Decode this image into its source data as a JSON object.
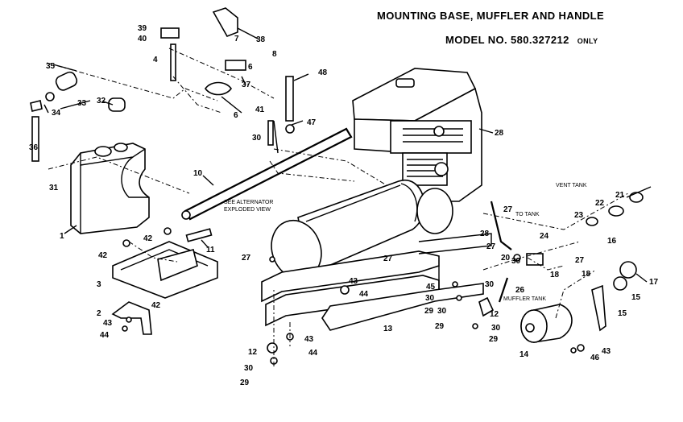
{
  "title": "MOUNTING BASE, MUFFLER AND HANDLE",
  "model_label": "MODEL NO. 580.327212",
  "model_suffix": "ONLY",
  "notes": {
    "alternator": [
      "SEE ALTERNATOR",
      "EXPLODED VIEW"
    ],
    "muffler_tank": "MUFFLER TANK",
    "vent_tank": "VENT TANK",
    "to_tank": "TO TANK"
  },
  "callouts": [
    {
      "id": "c1",
      "label": "1"
    },
    {
      "id": "c2",
      "label": "2"
    },
    {
      "id": "c3",
      "label": "3"
    },
    {
      "id": "c4",
      "label": "4"
    },
    {
      "id": "c6a",
      "label": "6"
    },
    {
      "id": "c6b",
      "label": "6"
    },
    {
      "id": "c7",
      "label": "7"
    },
    {
      "id": "c8",
      "label": "8"
    },
    {
      "id": "c10",
      "label": "10"
    },
    {
      "id": "c11",
      "label": "11"
    },
    {
      "id": "c12a",
      "label": "12"
    },
    {
      "id": "c12b",
      "label": "12"
    },
    {
      "id": "c13",
      "label": "13"
    },
    {
      "id": "c14",
      "label": "14"
    },
    {
      "id": "c15a",
      "label": "15"
    },
    {
      "id": "c15b",
      "label": "15"
    },
    {
      "id": "c16",
      "label": "16"
    },
    {
      "id": "c17",
      "label": "17"
    },
    {
      "id": "c18a",
      "label": "18"
    },
    {
      "id": "c18b",
      "label": "18"
    },
    {
      "id": "c20",
      "label": "20"
    },
    {
      "id": "c21",
      "label": "21"
    },
    {
      "id": "c22",
      "label": "22"
    },
    {
      "id": "c23",
      "label": "23"
    },
    {
      "id": "c24",
      "label": "24"
    },
    {
      "id": "c26",
      "label": "26"
    },
    {
      "id": "c27a",
      "label": "27"
    },
    {
      "id": "c27b",
      "label": "27"
    },
    {
      "id": "c27c",
      "label": "27"
    },
    {
      "id": "c27d",
      "label": "27"
    },
    {
      "id": "c27e",
      "label": "27"
    },
    {
      "id": "c28a",
      "label": "28"
    },
    {
      "id": "c28b",
      "label": "28"
    },
    {
      "id": "c29a",
      "label": "29"
    },
    {
      "id": "c29b",
      "label": "29"
    },
    {
      "id": "c29c",
      "label": "29"
    },
    {
      "id": "c29d",
      "label": "29"
    },
    {
      "id": "c30a",
      "label": "30"
    },
    {
      "id": "c30b",
      "label": "30"
    },
    {
      "id": "c30c",
      "label": "30"
    },
    {
      "id": "c30d",
      "label": "30"
    },
    {
      "id": "c30e",
      "label": "30"
    },
    {
      "id": "c30f",
      "label": "30"
    },
    {
      "id": "c30g",
      "label": "30"
    },
    {
      "id": "c31",
      "label": "31"
    },
    {
      "id": "c32",
      "label": "32"
    },
    {
      "id": "c33",
      "label": "33"
    },
    {
      "id": "c34",
      "label": "34"
    },
    {
      "id": "c35",
      "label": "35"
    },
    {
      "id": "c36",
      "label": "36"
    },
    {
      "id": "c37",
      "label": "37"
    },
    {
      "id": "c38",
      "label": "38"
    },
    {
      "id": "c39",
      "label": "39"
    },
    {
      "id": "c40",
      "label": "40"
    },
    {
      "id": "c41",
      "label": "41"
    },
    {
      "id": "c42a",
      "label": "42"
    },
    {
      "id": "c42b",
      "label": "42"
    },
    {
      "id": "c42c",
      "label": "42"
    },
    {
      "id": "c43a",
      "label": "43"
    },
    {
      "id": "c43b",
      "label": "43"
    },
    {
      "id": "c43c",
      "label": "43"
    },
    {
      "id": "c43d",
      "label": "43"
    },
    {
      "id": "c44a",
      "label": "44"
    },
    {
      "id": "c44b",
      "label": "44"
    },
    {
      "id": "c44c",
      "label": "44"
    },
    {
      "id": "c45",
      "label": "45"
    },
    {
      "id": "c46",
      "label": "46"
    },
    {
      "id": "c47",
      "label": "47"
    },
    {
      "id": "c48",
      "label": "48"
    }
  ]
}
